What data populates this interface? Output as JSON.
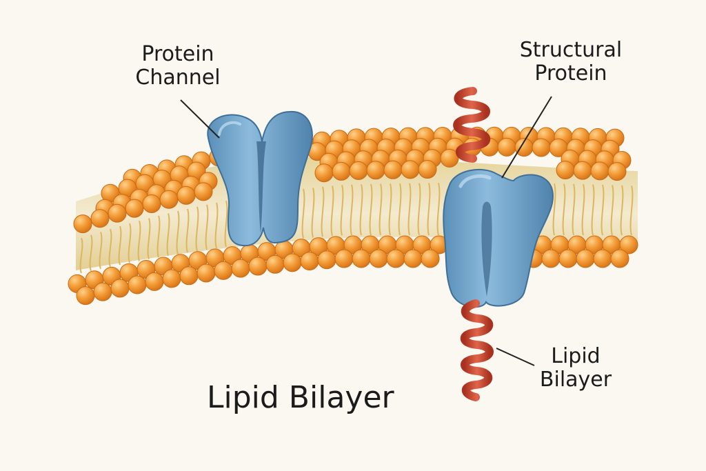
{
  "labels": {
    "protein_channel": [
      "Protein",
      "Channel"
    ],
    "structural_protein": [
      "Structural",
      "Protein"
    ],
    "lipid_bilayer_side": [
      "Lipid",
      "Bilayer"
    ],
    "title": "Lipid Bilayer"
  },
  "colors": {
    "background": "#fbf8f2",
    "lipid_head": "#f29a35",
    "lipid_head_highlight": "#ffd18a",
    "lipid_tail": "#e8c97a",
    "bilayer_core": "#efe4bc",
    "protein": "#6fa3c9",
    "protein_dark": "#3f77a3",
    "helix": "#c9412b",
    "leader_line": "#222222"
  },
  "icons": [
    "protein-channel-icon",
    "structural-protein-icon",
    "alpha-helix-icon"
  ]
}
